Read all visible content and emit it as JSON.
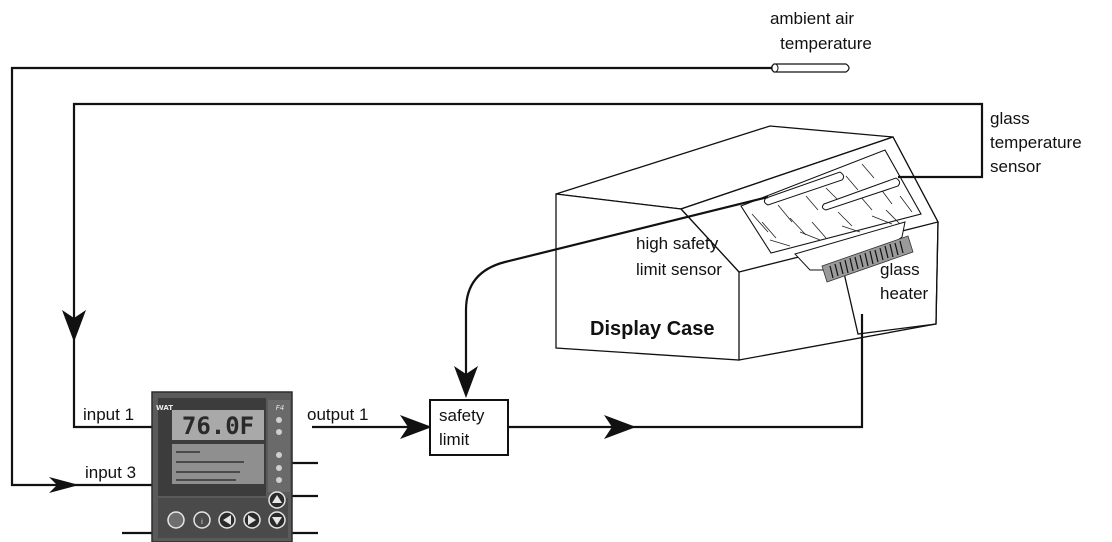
{
  "labels": {
    "ambient_line1": "ambient air",
    "ambient_line2": "temperature",
    "glass_sensor_line1": "glass",
    "glass_sensor_line2": "temperature",
    "glass_sensor_line3": "sensor",
    "hl_sensor_line1": "high safety",
    "hl_sensor_line2": "limit sensor",
    "heater_line1": "glass",
    "heater_line2": "heater",
    "display_case": "Display Case",
    "input1": "input 1",
    "input3": "input 3",
    "output1": "output 1",
    "safety_line1": "safety",
    "safety_line2": "limit"
  },
  "controller": {
    "brand": "WAT",
    "display_value": "76.0F",
    "model_mark": "F4"
  },
  "colors": {
    "controller_body": "#5a5a5a",
    "controller_face": "#3c3c3c",
    "lcd": "#a9a9a9",
    "line": "#111111"
  }
}
